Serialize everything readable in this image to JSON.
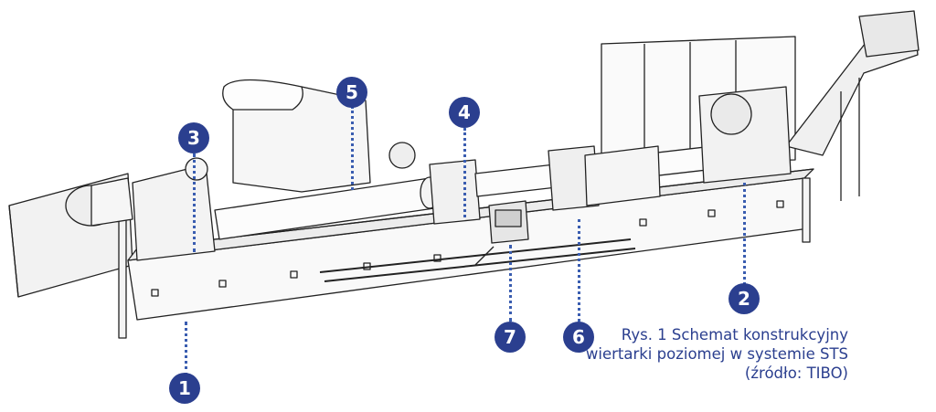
{
  "figure": {
    "caption": {
      "line1": "Rys. 1  Schemat konstrukcyjny",
      "line2": "wiertarki poziomej w systemie STS",
      "line3": "(źródło: TIBO)"
    },
    "marker_color": "#2b3f8f",
    "markers": [
      {
        "label": "1"
      },
      {
        "label": "2"
      },
      {
        "label": "3"
      },
      {
        "label": "4"
      },
      {
        "label": "5"
      },
      {
        "label": "6"
      },
      {
        "label": "7"
      }
    ]
  }
}
